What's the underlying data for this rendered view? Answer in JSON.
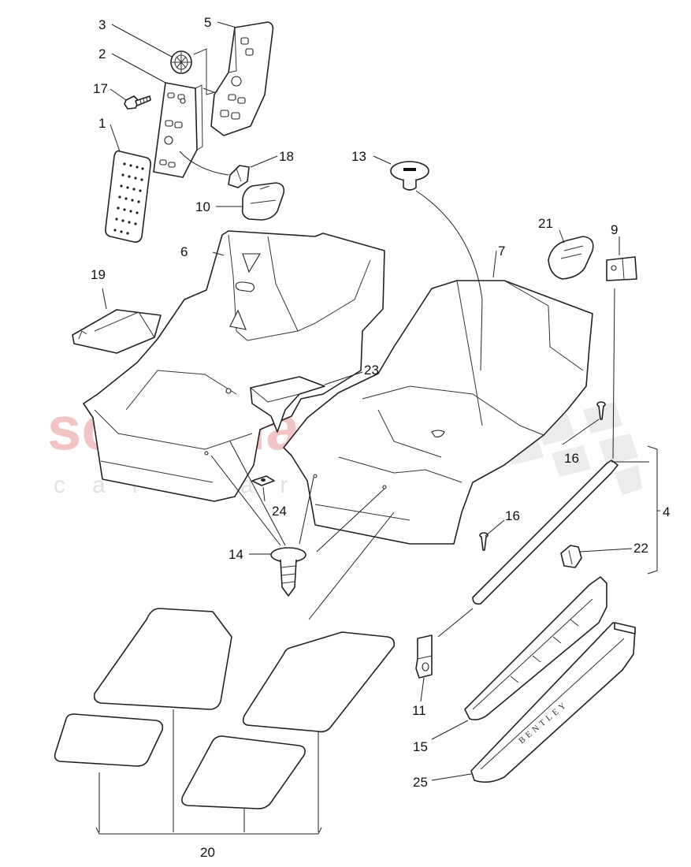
{
  "watermark": {
    "brand": "scuderia",
    "sub": "car parts"
  },
  "inscription": "BENTLEY",
  "callouts": {
    "c1": "1",
    "c2": "2",
    "c3": "3",
    "c4": "4",
    "c5": "5",
    "c6": "6",
    "c7": "7",
    "c9": "9",
    "c10": "10",
    "c11": "11",
    "c13": "13",
    "c14": "14",
    "c15": "15",
    "c16a": "16",
    "c16b": "16",
    "c17": "17",
    "c18": "18",
    "c19": "19",
    "c20": "20",
    "c21": "21",
    "c22": "22",
    "c23": "23",
    "c24": "24",
    "c25": "25"
  },
  "colors": {
    "line": "#222222",
    "watermark_red": "#f3c4c4",
    "watermark_grey": "#e2e2e2"
  }
}
